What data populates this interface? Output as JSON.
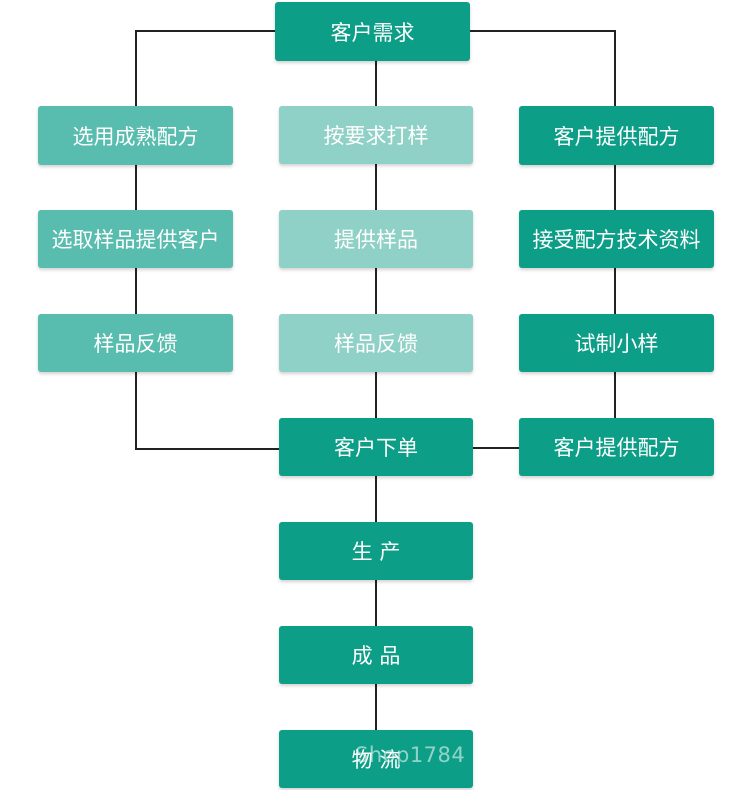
{
  "diagram": {
    "top": "客户需求",
    "left_column": [
      "选用成熟配方",
      "选取样品提供客户",
      "样品反馈"
    ],
    "middle_column": [
      "按要求打样",
      "提供样品",
      "样品反馈"
    ],
    "right_column": [
      "客户提供配方",
      "接受配方技术资料",
      "试制小样",
      "客户提供配方"
    ],
    "bottom_flow": [
      "客户下单",
      "生 产",
      "成 品",
      "物 流"
    ],
    "watermark": "Shop1784",
    "colors": {
      "dark": "#0d9e87",
      "mid": "#58bcae",
      "light": "#8fd0c7",
      "line": "#222222"
    }
  }
}
